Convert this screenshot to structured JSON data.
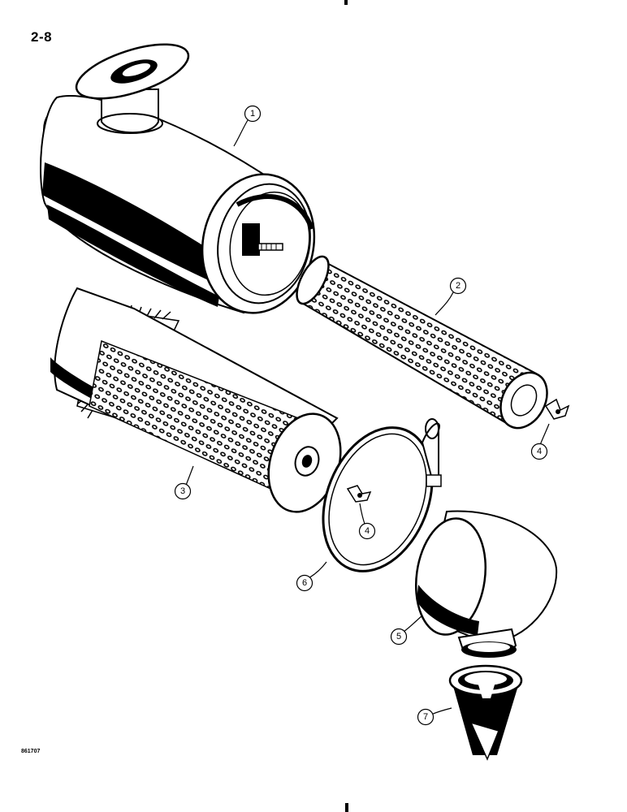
{
  "page_number": "2-8",
  "drawing_code": "861707",
  "callouts": [
    {
      "id": "callout-1",
      "label": "1"
    },
    {
      "id": "callout-2",
      "label": "2"
    },
    {
      "id": "callout-3",
      "label": "3"
    },
    {
      "id": "callout-4a",
      "label": "4"
    },
    {
      "id": "callout-4b",
      "label": "4"
    },
    {
      "id": "callout-5",
      "label": "5"
    },
    {
      "id": "callout-6",
      "label": "6"
    },
    {
      "id": "callout-7",
      "label": "7"
    }
  ]
}
